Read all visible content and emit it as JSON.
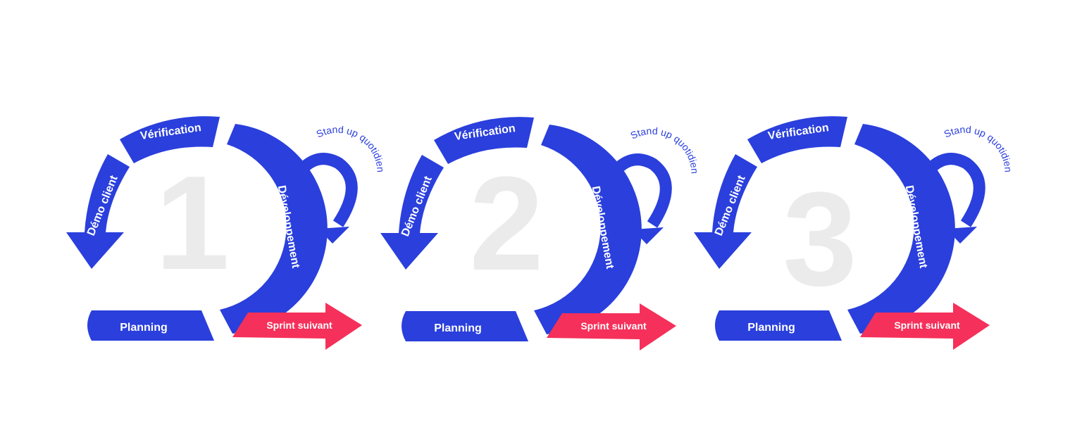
{
  "colors": {
    "blue": "#2a3fdc",
    "red": "#f5305a",
    "number_gray": "#ebebeb",
    "standup_text": "#2a3fdc"
  },
  "sprints": [
    {
      "number": "1",
      "labels": {
        "verification": "Vérification",
        "demo": "Démo client",
        "development": "Développement",
        "planning": "Planning",
        "next_sprint": "Sprint suivant",
        "standup": "Stand up quotidien"
      }
    },
    {
      "number": "2",
      "labels": {
        "verification": "Vérification",
        "demo": "Démo client",
        "development": "Développement",
        "planning": "Planning",
        "next_sprint": "Sprint suivant",
        "standup": "Stand up quotidien"
      }
    },
    {
      "number": "3",
      "labels": {
        "verification": "Vérification",
        "demo": "Démo client",
        "development": "Développement",
        "planning": "Planning",
        "next_sprint": "Sprint suivant",
        "standup": "Stand up quotidien"
      }
    }
  ]
}
